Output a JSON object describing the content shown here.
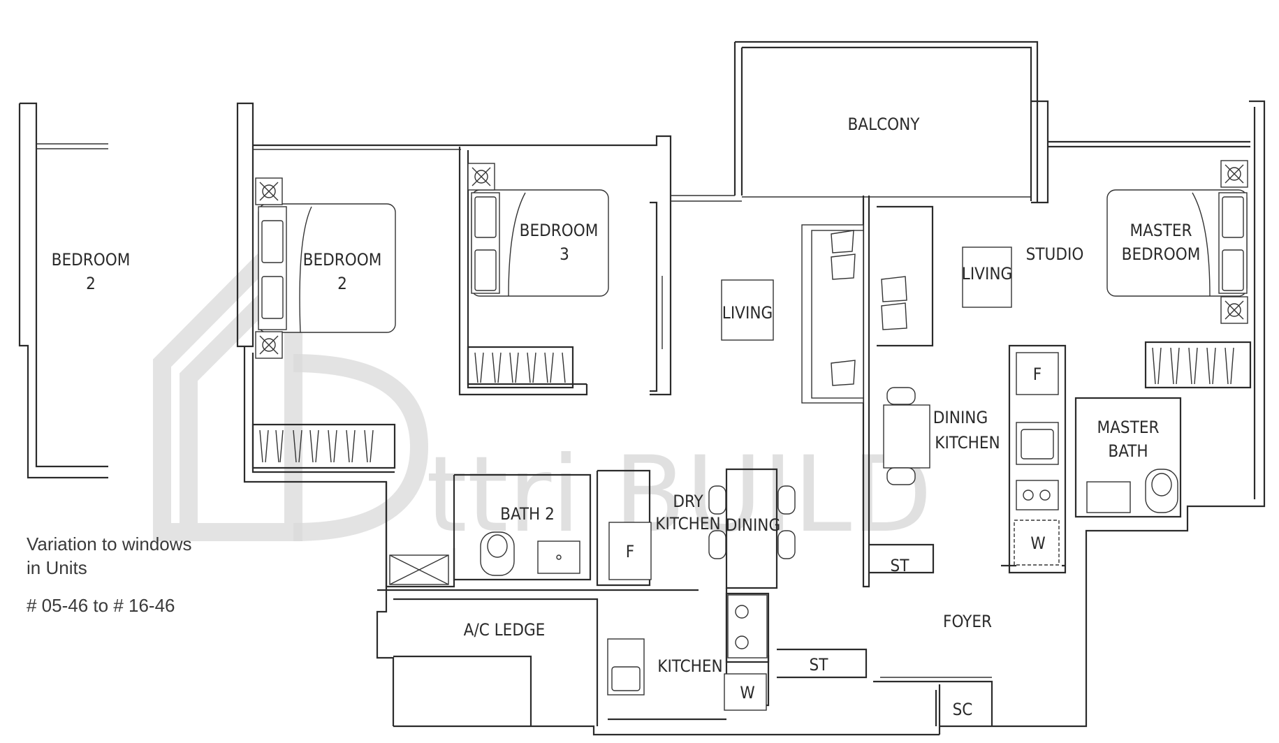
{
  "rooms": {
    "bedroom2_variation": [
      "BEDROOM",
      "2"
    ],
    "bedroom2": [
      "BEDROOM",
      "2"
    ],
    "bedroom3": [
      "BEDROOM",
      "3"
    ],
    "balcony": "BALCONY",
    "living_main": "LIVING",
    "living_studio": "LIVING",
    "studio": "STUDIO",
    "master_bedroom": [
      "MASTER",
      "BEDROOM"
    ],
    "dining_kitchen": [
      "DINING",
      "KITCHEN"
    ],
    "master_bath": [
      "MASTER",
      "BATH"
    ],
    "bath2": "BATH 2",
    "dry_kitchen": [
      "DRY",
      "KITCHEN"
    ],
    "dining": "DINING",
    "ac_ledge": "A/C LEDGE",
    "kitchen": "KITCHEN",
    "foyer": "FOYER",
    "store_studio": "ST",
    "store_main": "ST",
    "shelter": "SC",
    "fridge_main": "F",
    "fridge_studio": "F",
    "washer_main": "W",
    "washer_studio": "W"
  },
  "note": {
    "title": "Variation to windows in Units",
    "units": "# 05-46 to # 16-46"
  },
  "watermark": {
    "text": "ttri BUILD"
  }
}
